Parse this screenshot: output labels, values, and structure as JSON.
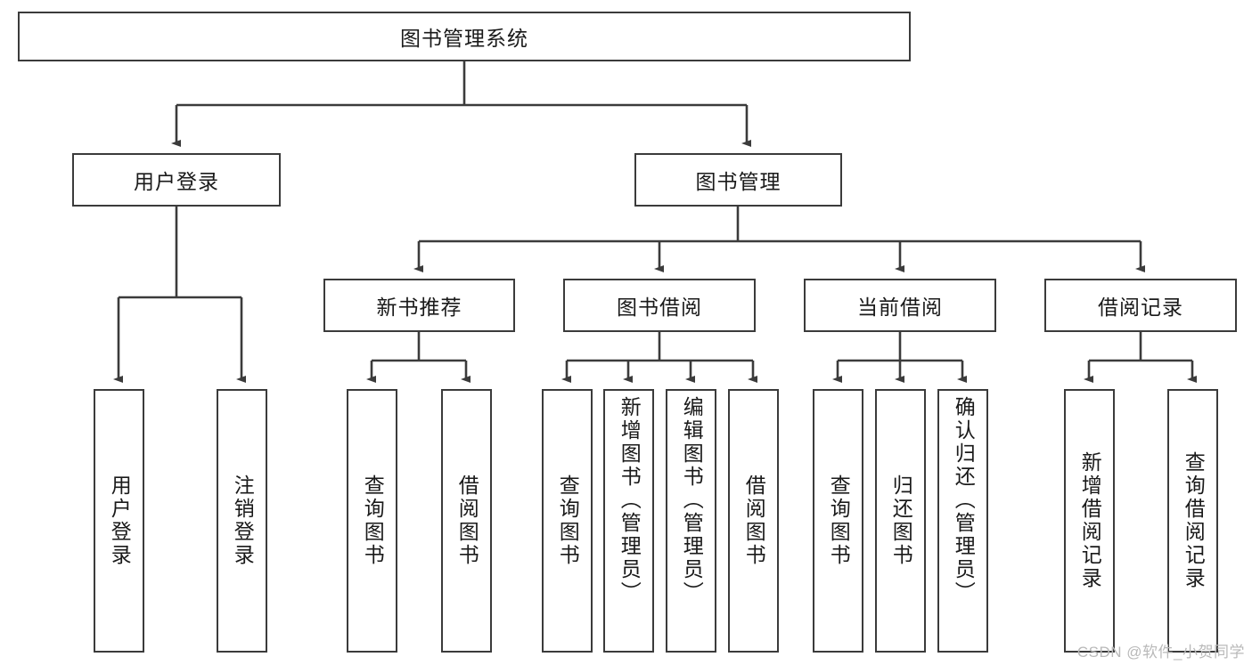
{
  "diagram": {
    "title": "图书管理系统",
    "type": "tree-hierarchy",
    "colors": {
      "stroke": "#3b3b3b",
      "fill": "#ffffff",
      "text": "#1a1a1a",
      "watermark": "#b9b9b9"
    },
    "root": {
      "label": "图书管理系统"
    },
    "level2": [
      {
        "label": "用户登录"
      },
      {
        "label": "图书管理"
      }
    ],
    "level3": [
      {
        "label": "新书推荐"
      },
      {
        "label": "图书借阅"
      },
      {
        "label": "当前借阅"
      },
      {
        "label": "借阅记录"
      }
    ],
    "leaves": {
      "user_login": [
        {
          "label": "用户登录"
        },
        {
          "label": "注销登录"
        }
      ],
      "new_book_recommend": [
        {
          "label": "查询图书"
        },
        {
          "label": "借阅图书"
        }
      ],
      "book_borrow": [
        {
          "label": "查询图书"
        },
        {
          "label": "新增图书（管理员）"
        },
        {
          "label": "编辑图书（管理员）"
        },
        {
          "label": "借阅图书"
        }
      ],
      "current_borrow": [
        {
          "label": "查询图书"
        },
        {
          "label": "归还图书"
        },
        {
          "label": "确认归还（管理员）"
        }
      ],
      "borrow_record": [
        {
          "label": "新增借阅记录"
        },
        {
          "label": "查询借阅记录"
        }
      ]
    }
  },
  "watermark": {
    "text": "CSDN @软件_小贺同学"
  }
}
